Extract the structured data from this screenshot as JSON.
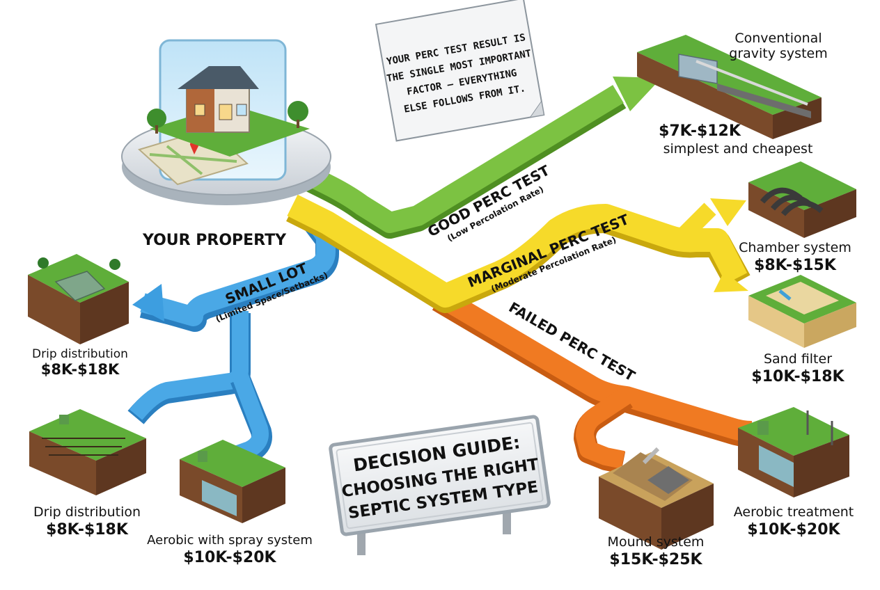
{
  "colors": {
    "good": "#7cc242",
    "marginal": "#f2d21b",
    "failed": "#f07a22",
    "small_lot": "#3d9ee0",
    "soil": "#7a4a2a",
    "grass": "#5fae3a",
    "sign_border": "#9aa4ad"
  },
  "callout": {
    "line1": "YOUR PERC TEST RESULT IS",
    "line2": "THE SINGLE MOST IMPORTANT",
    "line3": "FACTOR — EVERYTHING",
    "line4": "ELSE FOLLOWS FROM IT."
  },
  "property": {
    "label": "YOUR PROPERTY"
  },
  "paths": {
    "good": {
      "label": "GOOD PERC TEST",
      "sublabel": "(Low Percolation Rate)"
    },
    "marginal": {
      "label": "MARGINAL PERC TEST",
      "sublabel": "(Moderate Percolation Rate)"
    },
    "failed": {
      "label": "FAILED PERC TEST"
    },
    "small_lot": {
      "label": "SMALL LOT",
      "sublabel": "(Limited Space/Setbacks)"
    }
  },
  "systems": {
    "conventional": {
      "name_line1": "Conventional",
      "name_line2": "gravity system",
      "cost": "$7K-$12K",
      "note": "simplest and cheapest"
    },
    "chamber": {
      "name": "Chamber system",
      "cost": "$8K-$15K"
    },
    "sand_filter": {
      "name": "Sand filter",
      "cost": "$10K-$18K"
    },
    "aerobic_treatment": {
      "name": "Aerobic treatment",
      "cost": "$10K-$20K"
    },
    "mound": {
      "name": "Mound system",
      "cost": "$15K-$25K"
    },
    "drip_top": {
      "name": "Drip distribution",
      "cost": "$8K-$18K"
    },
    "drip_bottom": {
      "name": "Drip distribution",
      "cost": "$8K-$18K"
    },
    "aerobic_spray": {
      "name": "Aerobic with spray system",
      "cost": "$10K-$20K"
    }
  },
  "sign": {
    "line1": "DECISION GUIDE:",
    "line2": "CHOOSING THE RIGHT",
    "line3": "SEPTIC SYSTEM TYPE"
  }
}
